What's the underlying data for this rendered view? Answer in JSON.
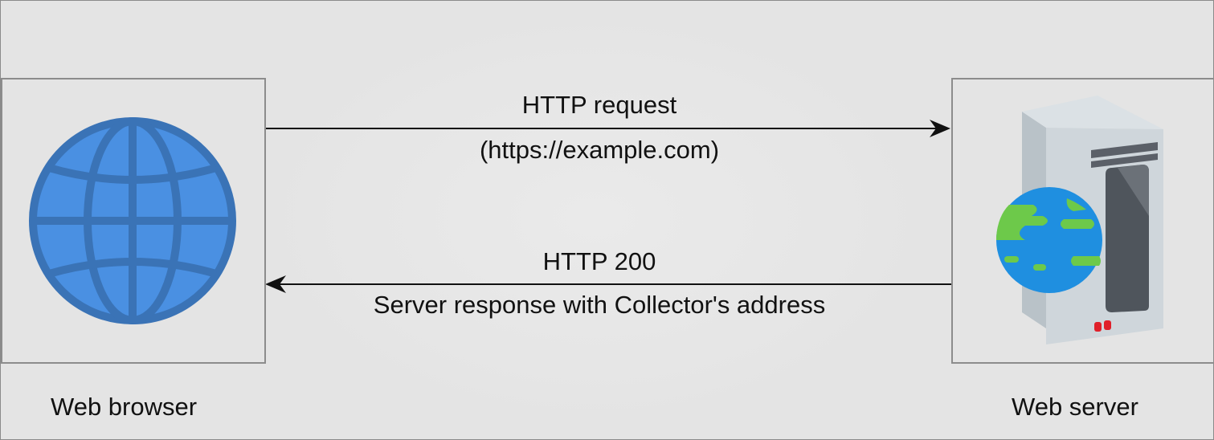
{
  "nodes": {
    "browser": {
      "label": "Web browser",
      "icon": "globe-icon"
    },
    "server": {
      "label": "Web server",
      "icon": "server-icon"
    }
  },
  "messages": {
    "request": {
      "title": "HTTP request",
      "subtitle": "(https://example.com)",
      "direction": "browser-to-server"
    },
    "response": {
      "title": "HTTP 200",
      "subtitle": "Server response with Collector's address",
      "direction": "server-to-browser"
    }
  },
  "colors": {
    "background": "#e6e6e6",
    "box_border": "#8c8c8c",
    "globe_fill": "#4a90e2",
    "globe_stroke": "#3a73b6",
    "arrow": "#111111"
  }
}
